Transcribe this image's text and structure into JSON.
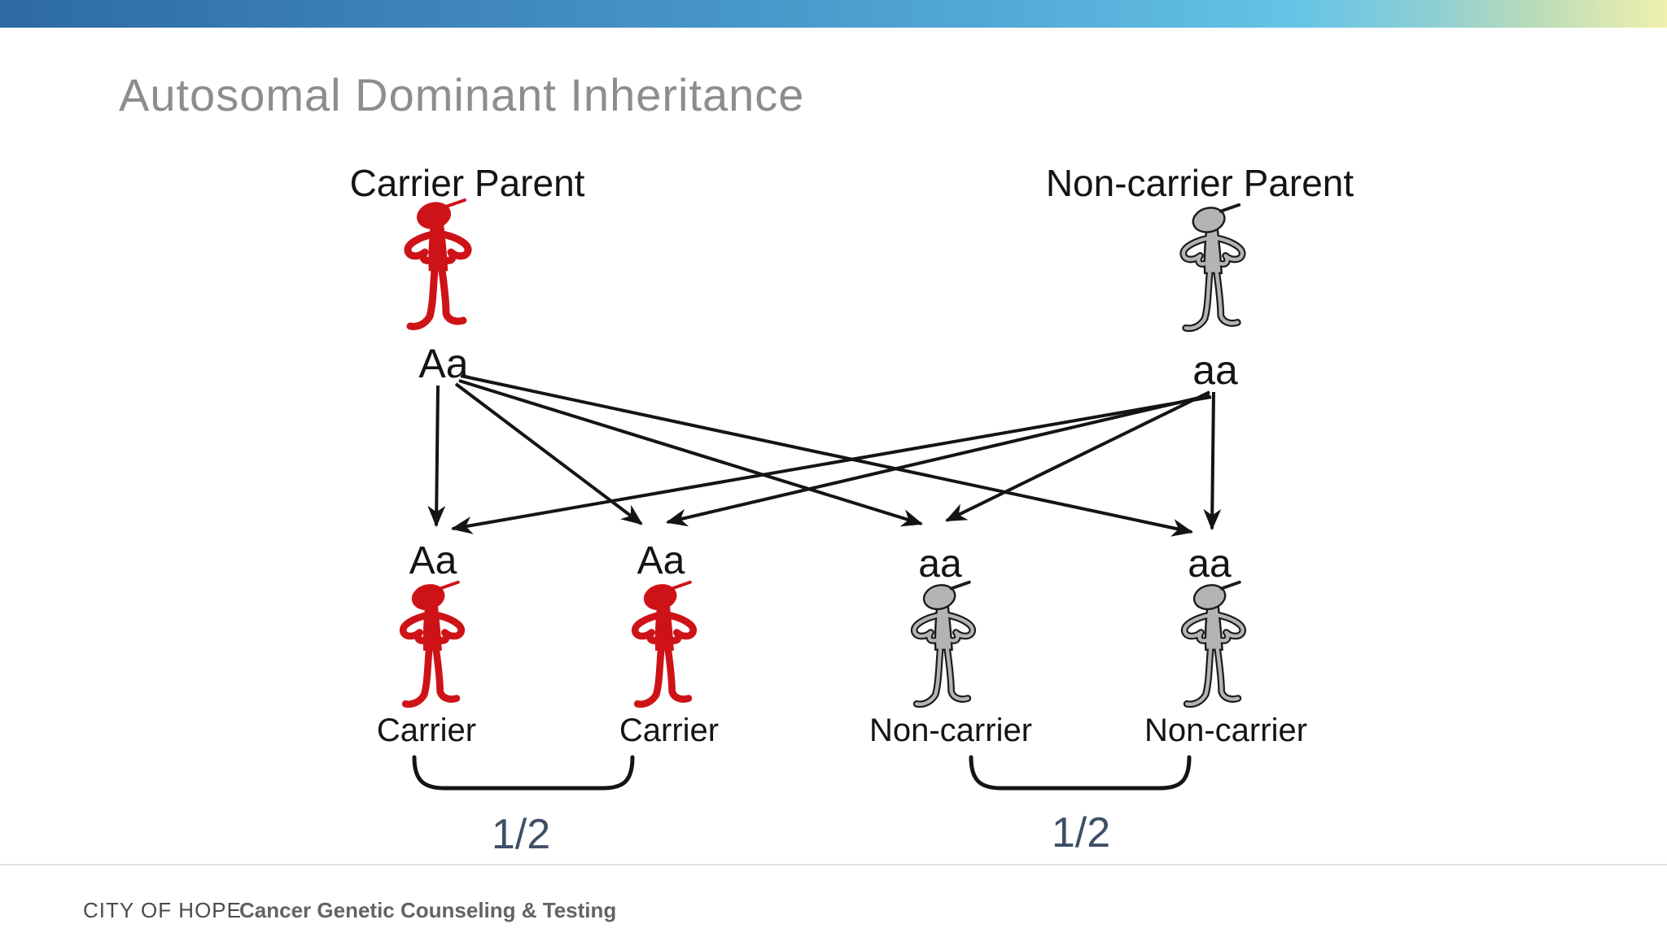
{
  "title": "Autosomal Dominant Inheritance",
  "accent_bar": {
    "gradient": [
      "#2e6aa3 0%",
      "#3a7eb7 20%",
      "#4897ca 45%",
      "#57b0da 65%",
      "#66c4e6 78%",
      "#8ecfd4 86%",
      "#b8dcb8 92%",
      "#f0f0ae 100%"
    ]
  },
  "diagram": {
    "parents": [
      {
        "label": "Carrier Parent",
        "genotype": "Aa",
        "status": "carrier",
        "figure": "red-person-hands-on-hips"
      },
      {
        "label": "Non-carrier Parent",
        "genotype": "aa",
        "status": "non-carrier",
        "figure": "gray-person-hands-on-hips"
      }
    ],
    "children": [
      {
        "genotype": "Aa",
        "label": "Carrier",
        "status": "carrier",
        "figure": "red-person-hands-on-hips"
      },
      {
        "genotype": "Aa",
        "label": "Carrier",
        "status": "carrier",
        "figure": "red-person-hands-on-hips"
      },
      {
        "genotype": "aa",
        "label": "Non-carrier",
        "status": "non-carrier",
        "figure": "gray-person-hands-on-hips"
      },
      {
        "genotype": "aa",
        "label": "Non-carrier",
        "status": "non-carrier",
        "figure": "gray-person-hands-on-hips"
      }
    ],
    "fractions": [
      {
        "label": "1/2"
      },
      {
        "label": "1/2"
      }
    ]
  },
  "footer": {
    "brand": "CITY OF HOPE",
    "subtitle": "Cancer Genetic Counseling & Testing"
  },
  "colors": {
    "carrier_red": "#ce1318",
    "noncarrier_gray": "#b4b4b4",
    "outline_black": "#1b1b1b",
    "ink": "#141414",
    "title": "#8d8d8d",
    "fraction_text": "#3e5065",
    "divider": "#e2e2e6",
    "footer_brand": "#4b4b4b",
    "footer_sub": "#636363"
  }
}
